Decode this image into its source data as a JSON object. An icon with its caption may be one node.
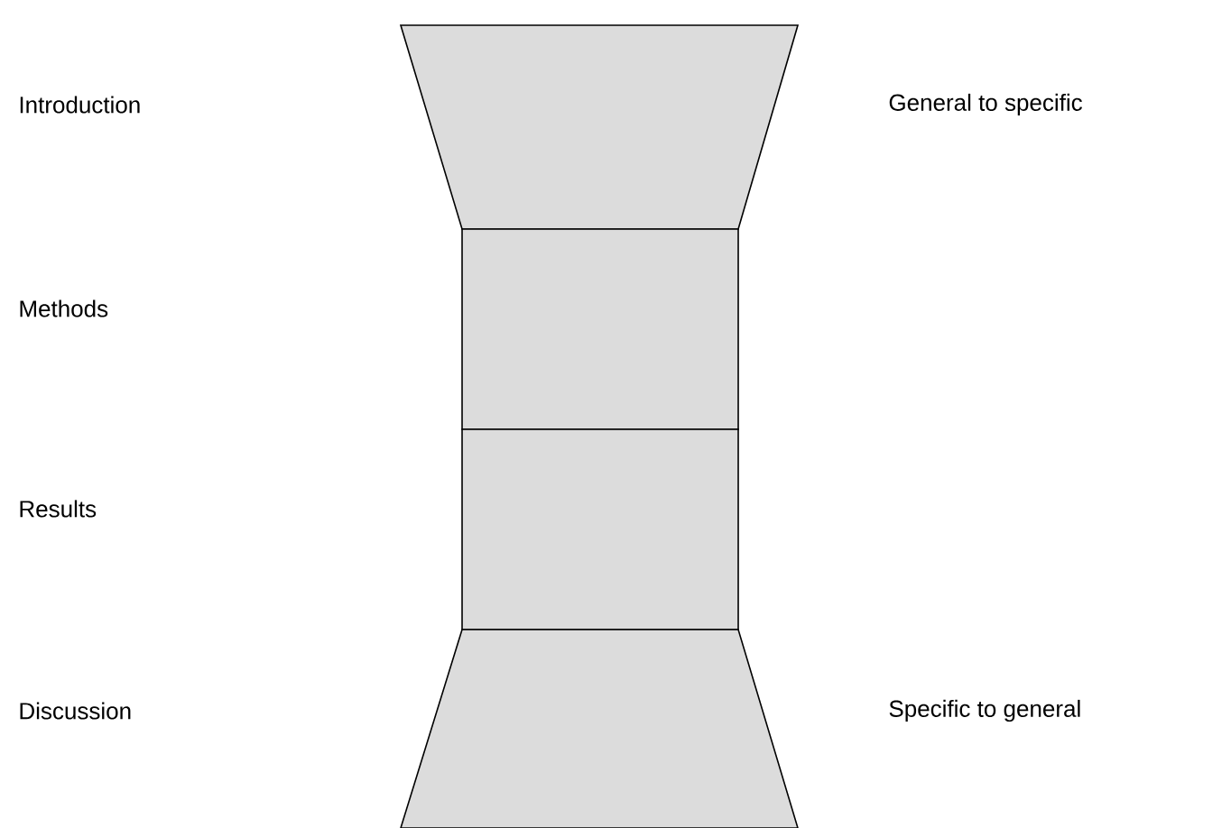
{
  "diagram": {
    "nodes": [
      {
        "text": [],
        "shape": "trapezoid",
        "beside": [
          "General to specific"
        ]
      },
      {
        "text": [],
        "shape": "box"
      },
      {
        "text": [],
        "shape": "box"
      },
      {
        "text": [],
        "shape": "trapezoid",
        "beside": [
          "Specific to general"
        ]
      }
    ],
    "labels": [
      "Introduction",
      "Methods",
      "Results",
      "Discussion"
    ]
  }
}
